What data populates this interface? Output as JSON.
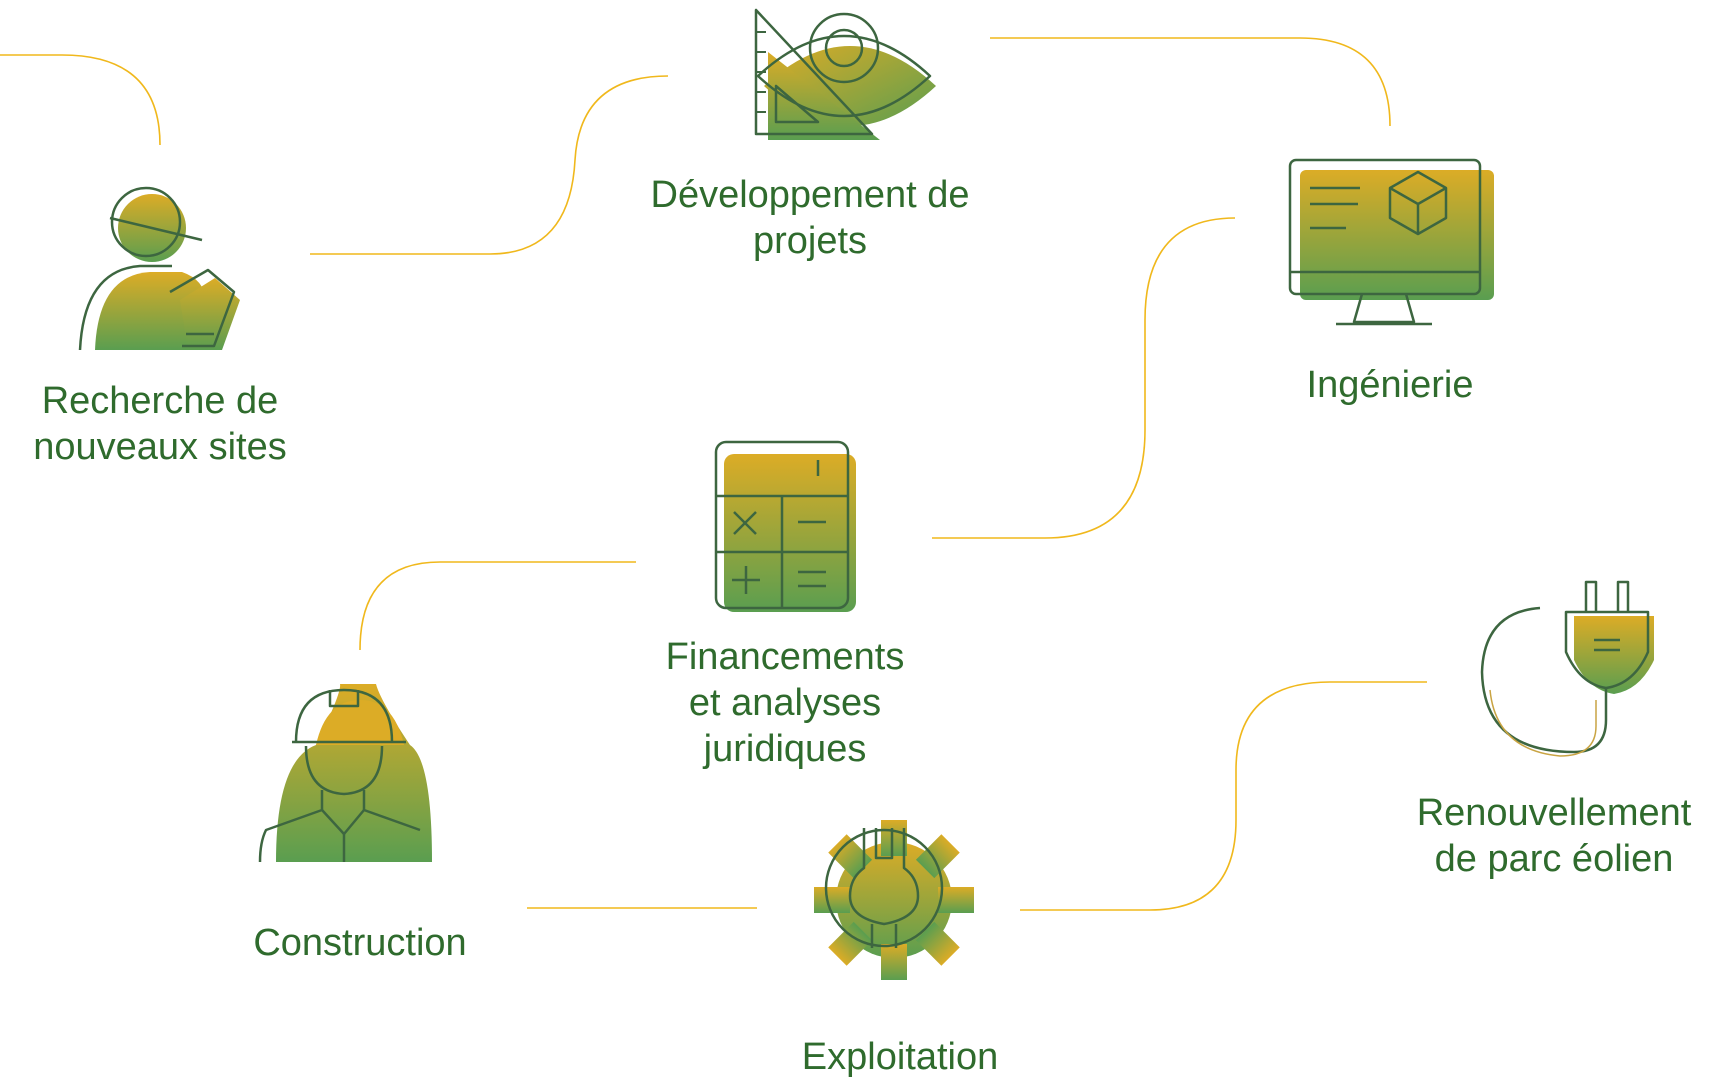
{
  "colors": {
    "connector": "#f0b81c",
    "label": "#2f6b2d",
    "gold": "#d9ad2a",
    "green": "#5d9e4d",
    "outline": "#3d6640"
  },
  "steps": [
    {
      "id": "recherche",
      "icon": "surveyor-tablet-icon",
      "lines": [
        "Recherche de",
        "nouveaux sites"
      ]
    },
    {
      "id": "developpement",
      "icon": "eye-set-square-icon",
      "lines": [
        "Développement de",
        "projets"
      ]
    },
    {
      "id": "ingenierie",
      "icon": "monitor-cube-icon",
      "lines": [
        "Ingénierie"
      ]
    },
    {
      "id": "financements",
      "icon": "calculator-icon",
      "lines": [
        "Financements",
        "et analyses",
        "juridiques"
      ]
    },
    {
      "id": "construction",
      "icon": "hard-hat-worker-icon",
      "lines": [
        "Construction"
      ]
    },
    {
      "id": "exploitation",
      "icon": "gear-wrench-icon",
      "lines": [
        "Exploitation"
      ]
    },
    {
      "id": "renouvellement",
      "icon": "power-plug-icon",
      "lines": [
        "Renouvellement",
        "de parc éolien"
      ]
    }
  ]
}
